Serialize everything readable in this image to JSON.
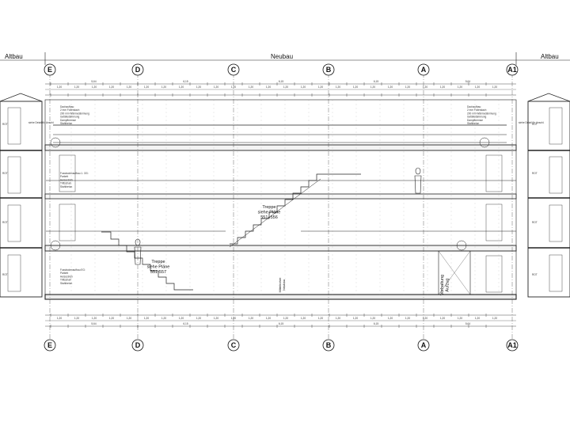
{
  "headers": {
    "left_old": "Altbau",
    "center_new": "Neubau",
    "right_old": "Altbau"
  },
  "axes": [
    "E",
    "D",
    "C",
    "B",
    "A",
    "A1"
  ],
  "dimension_labels": {
    "span_ed": "5,64",
    "span_dc": "6,15",
    "span_cb": "6,15",
    "span_ba": "6,15",
    "span_aa1": "5,64",
    "unit": "1,20"
  },
  "annotations": {
    "stair_upper": "Treppe\nsiehe Pläne\n551+556",
    "stair_lower": "Treppe\nsiehe Pläne\n551-557",
    "lift": "Vorhaltung\nAufzug",
    "media": "Mittelrohre\nNeubau",
    "detail_left": "siehe Detail\nfür Anschl.",
    "detail_right": "siehe Detail\nfür Anschl."
  },
  "wall_tags": {
    "left": [
      "ROT",
      "ROT",
      "ROT",
      "ROT"
    ],
    "right": [
      "ROT",
      "ROT",
      "ROT",
      "ROT"
    ]
  },
  "notes": {
    "roof_left": [
      "Dachaufbau:",
      "2 mm Foliendach",
      "200 mm Wärmedämmung",
      "Gefälledämmung",
      "Dampfbremse",
      "Stahlbeton"
    ],
    "roof_right": [
      "Dachaufbau:",
      "2 mm Foliendach",
      "200 mm Wärmedämmung",
      "Gefälledämmung",
      "Dampfbremse",
      "Stahlbeton"
    ],
    "floor_left_1": [
      "Fussbodenaufbau 1. OG:",
      "Parkett",
      "Heizestrich",
      "Trittschall",
      "Stahlbeton"
    ],
    "floor_left_2": [
      "Fussbodenaufbau EG:",
      "Parkett",
      "Heizestrich",
      "Trittschall",
      "Stahlbeton"
    ]
  }
}
